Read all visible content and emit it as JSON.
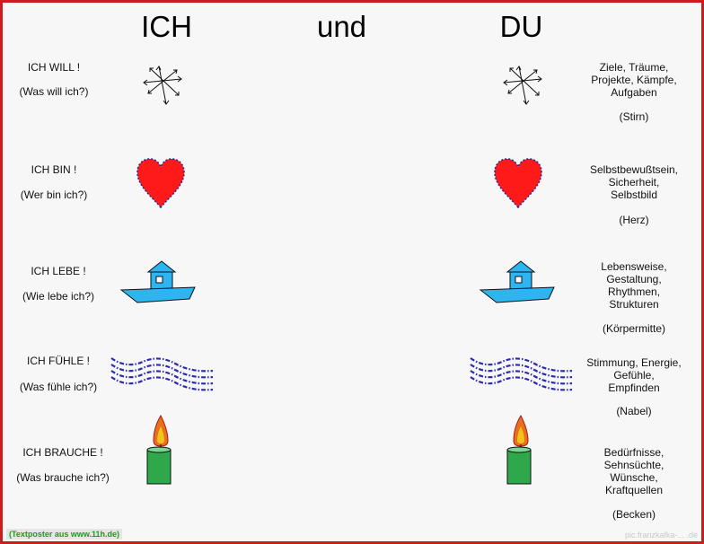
{
  "headings": {
    "left": "ICH",
    "middle": "und",
    "right": "DU"
  },
  "rows": [
    {
      "title": "ICH WILL !",
      "question": "(Was will ich?)",
      "desc": "Ziele, Träume,\nProjekte, Kämpfe,\nAufgaben",
      "source": "(Stirn)",
      "icon": "compass-arrows-icon"
    },
    {
      "title": "ICH BIN !",
      "question": "(Wer bin ich?)",
      "desc": "Selbstbewußtsein,\nSicherheit,\nSelbstbild",
      "source": "(Herz)",
      "icon": "heart-icon"
    },
    {
      "title": "ICH LEBE !",
      "question": "(Wie lebe ich?)",
      "desc": "Lebensweise,\nGestaltung,\nRhythmen,\nStrukturen",
      "source": "(Körpermitte)",
      "icon": "houseboat-icon"
    },
    {
      "title": "ICH FÜHLE !",
      "question": "(Was fühle ich?)",
      "desc": "Stimmung, Energie,\nGefühle,\nEmpfinden",
      "source": "(Nabel)",
      "icon": "waves-icon"
    },
    {
      "title": "ICH BRAUCHE !",
      "question": "(Was brauche ich?)",
      "desc": "Bedürfnisse,\nSehnsüchte,\nWünsche,\nKraftquellen",
      "source": "(Becken)",
      "icon": "candle-icon"
    }
  ],
  "credit": "(Textposter aus www.11h.de)",
  "watermark": "pic.franzkafka-... .de",
  "colors": {
    "border": "#c81e1e",
    "heart": "#ff1a1a",
    "boat": "#2eb4f0",
    "waves": "#2b2bb0",
    "candle": "#2ea84a",
    "credit": "#1a9c1a"
  }
}
